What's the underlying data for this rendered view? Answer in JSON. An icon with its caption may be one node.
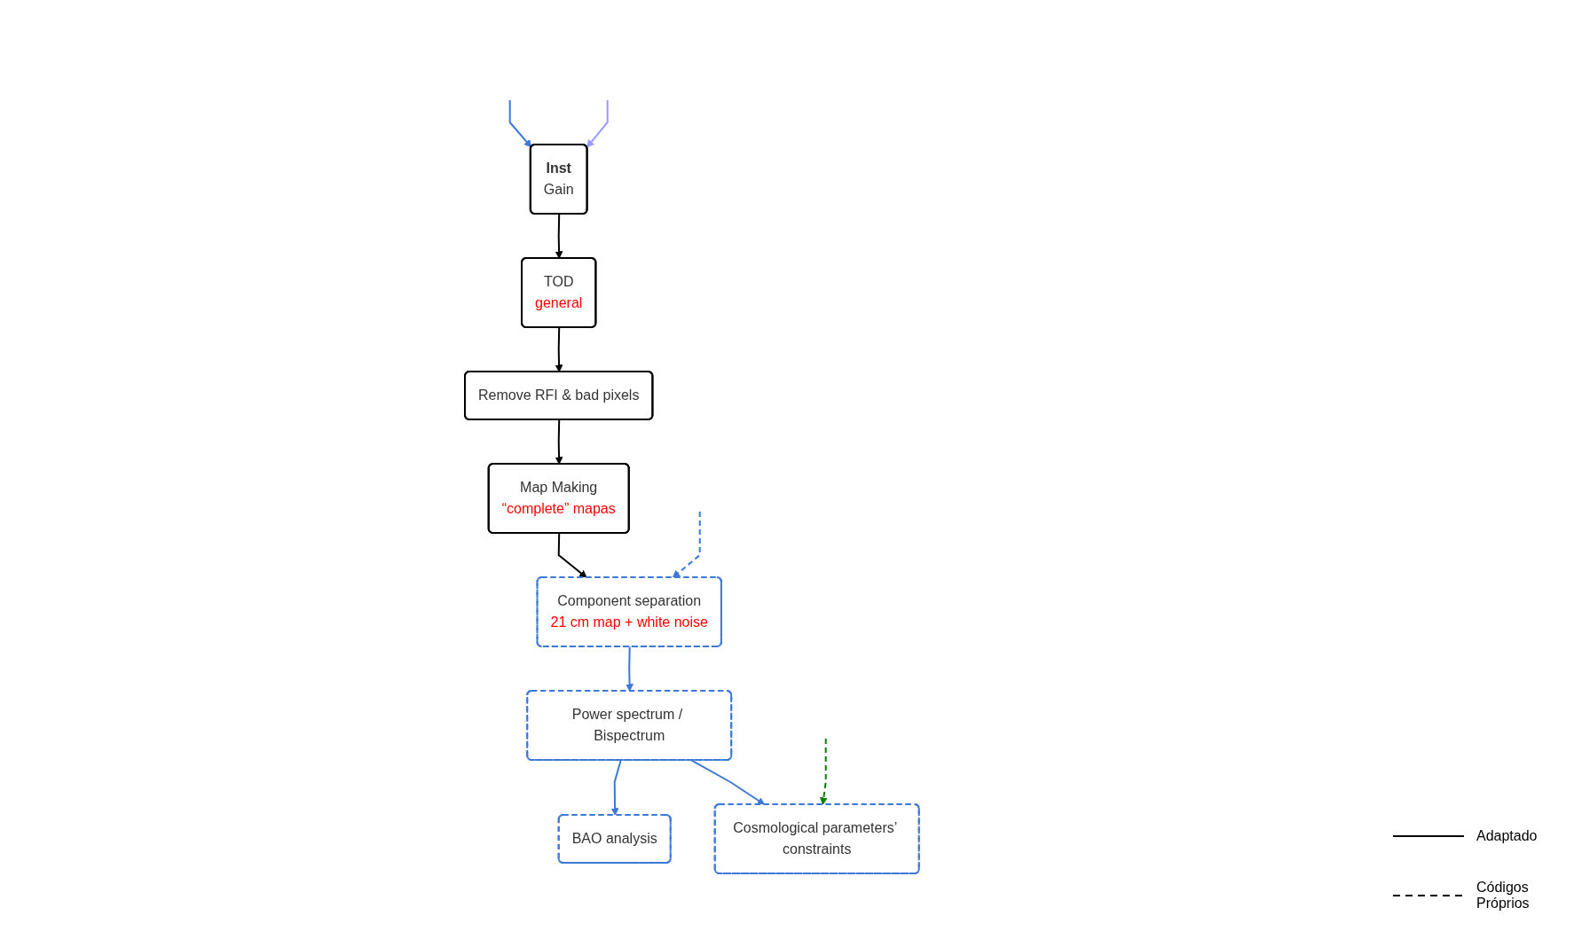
{
  "diagram": {
    "nodes": [
      {
        "text": [
          "Inst",
          "Gain"
        ]
      },
      {
        "text": [
          "TOD",
          "general"
        ]
      },
      {
        "text": [
          "Remove RFI & bad pixels"
        ]
      },
      {
        "text": [
          "Map Making",
          "“complete” mapas"
        ]
      },
      {
        "text": [
          "Component separation",
          "21 cm map + white noise"
        ]
      },
      {
        "text": [
          "Power spectrum / Bispectrum"
        ]
      },
      {
        "text": [
          "BAO analysis"
        ]
      },
      {
        "text": [
          "Cosmological parameters’ constraints"
        ]
      }
    ],
    "edges": [
      {
        "from": null,
        "to": 0,
        "arrow": "to",
        "color": "#3c78d8"
      },
      {
        "from": null,
        "to": 0,
        "arrow": "to",
        "color": "#9999ff"
      },
      {
        "from": 0,
        "to": 1,
        "arrow": "to",
        "color": "#000000"
      },
      {
        "from": 1,
        "to": 2,
        "arrow": "to",
        "color": "#000000"
      },
      {
        "from": 2,
        "to": 3,
        "arrow": "to",
        "color": "#000000"
      },
      {
        "from": 3,
        "to": 4,
        "arrow": "to",
        "color": "#000000"
      },
      {
        "from": null,
        "to": 4,
        "arrow": "to",
        "style": "dashed",
        "color": "#3c78d8"
      },
      {
        "from": 4,
        "to": 5,
        "arrow": "to",
        "color": "#3c78d8"
      },
      {
        "from": 5,
        "to": 6,
        "arrow": "to",
        "color": "#3c78d8"
      },
      {
        "from": 5,
        "to": 7,
        "arrow": "to",
        "color": "#3c78d8"
      },
      {
        "from": null,
        "to": 7,
        "arrow": "to",
        "style": "dashed",
        "color": "#008000"
      }
    ],
    "legend": [
      {
        "text": "Adaptado"
      },
      {
        "text": "Códigos Próprios"
      }
    ]
  }
}
